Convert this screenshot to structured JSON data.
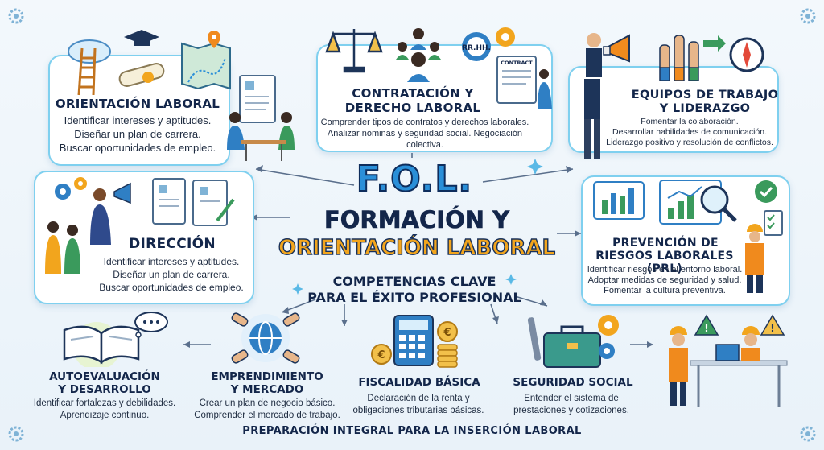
{
  "center": {
    "logo": "F.O.L.",
    "title_line1": "FORMACIÓN Y",
    "title_line2": "ORIENTACIÓN LABORAL",
    "subtitle_line1": "COMPETENCIAS CLAVE",
    "subtitle_line2": "PARA EL ÉXITO PROFESIONAL"
  },
  "cards": {
    "orientacion": {
      "title": "ORIENTACIÓN LABORAL",
      "lines": [
        "Identificar intereses y aptitudes.",
        "Diseñar un plan de carrera.",
        "Buscar oportunidades de empleo."
      ]
    },
    "contratacion": {
      "title_line1": "CONTRATACIÓN Y",
      "title_line2": "DERECHO LABORAL",
      "lines": [
        "Comprender tipos de contratos y derechos laborales.",
        "Analizar nóminas y seguridad social. Negociación colectiva."
      ]
    },
    "equipos": {
      "title_line1": "EQUIPOS DE TRABAJO",
      "title_line2": "Y LIDERAZGO",
      "lines": [
        "Fomentar la colaboración.",
        "Desarrollar habilidades de comunicación.",
        "Liderazgo positivo y resolución de conflictos."
      ]
    },
    "direccion": {
      "title": "DIRECCIÓN",
      "lines": [
        "Identificar intereses y aptitudes.",
        "Diseñar un plan de carrera.",
        "Buscar oportunidades de empleo."
      ]
    },
    "prevencion": {
      "title_line1": "PREVENCIÓN DE",
      "title_line2": "RIESGOS LABORALES (PRL)",
      "lines": [
        "Identificar riesgos en el entorno laboral.",
        "Adoptar medidas de seguridad y salud.",
        "Fomentar la cultura preventiva."
      ]
    }
  },
  "bottom": {
    "autoevaluacion": {
      "title_line1": "AUTOEVALUACIÓN",
      "title_line2": "Y DESARROLLO",
      "lines": [
        "Identificar fortalezas y debilidades.",
        "Aprendizaje continuo."
      ]
    },
    "emprendimiento": {
      "title_line1": "EMPRENDIMIENTO",
      "title_line2": "Y MERCADO",
      "lines": [
        "Crear un plan de negocio básico.",
        "Comprender el mercado de trabajo."
      ]
    },
    "fiscalidad": {
      "title_line1": "FISCALIDAD BÁSICA",
      "lines": [
        "Declaración de la renta y",
        "obligaciones tributarias básicas."
      ]
    },
    "seguridad": {
      "title_line1": "SEGURIDAD SOCIAL",
      "lines": [
        "Entender el sistema de",
        "prestaciones y cotizaciones."
      ]
    }
  },
  "labels": {
    "rrhh": "RR.HH.",
    "contract": "CONTRACT"
  },
  "footer": "PREPARACIÓN INTEGRAL PARA LA INSERCIÓN LABORAL",
  "colors": {
    "border": "#7fd0ef",
    "navy": "#13264a",
    "orange": "#f2a51d",
    "blue": "#2a8fd8"
  }
}
